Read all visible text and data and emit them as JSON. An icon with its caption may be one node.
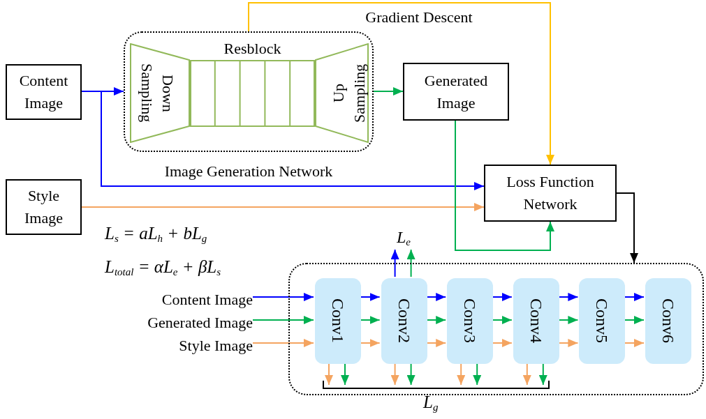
{
  "diagram": {
    "nodes": [
      {
        "text": [
          "Content Image"
        ]
      },
      {
        "text": [
          "Image Generation Network"
        ]
      },
      {
        "text": [
          "Down Sampling"
        ],
        "in": 1
      },
      {
        "text": [
          "Resblock"
        ],
        "in": 1
      },
      {
        "text": [
          "Up Sampling"
        ],
        "in": 1
      },
      {
        "text": [
          "Generated Image"
        ]
      },
      {
        "text": [
          "Style Image"
        ]
      },
      {
        "text": [
          "Loss Function Network"
        ]
      },
      {
        "text": [],
        "shape": "box"
      },
      {
        "text": [
          "Conv1"
        ],
        "in": 8
      },
      {
        "text": [
          "Conv2"
        ],
        "in": 8
      },
      {
        "text": [
          "Conv3"
        ],
        "in": 8
      },
      {
        "text": [
          "Conv4"
        ],
        "in": 8
      },
      {
        "text": [
          "Conv5"
        ],
        "in": 8
      },
      {
        "text": [
          "Conv6"
        ],
        "in": 8
      },
      {
        "text": [
          "Content Image"
        ]
      },
      {
        "text": [
          "Generated Image"
        ]
      },
      {
        "text": [
          "Style Image"
        ]
      },
      {
        "text": [
          "L$_{e}$"
        ]
      }
    ],
    "edges": [
      {
        "from": 0,
        "to": 1,
        "arrow": "to",
        "color": "#0000ff"
      },
      {
        "from": 0,
        "to": 7,
        "arrow": "to",
        "color": "#0000ff"
      },
      {
        "from": 1,
        "to": 5,
        "arrow": "to",
        "color": "#00b050"
      },
      {
        "from": 1,
        "to": 7,
        "arrow": "to",
        "label": "Gradient Descent",
        "color": "#ffc000"
      },
      {
        "from": 6,
        "to": 7,
        "arrow": "to",
        "color": "#f4a460"
      },
      {
        "from": 5,
        "to": 7,
        "arrow": "to",
        "color": "#00b050"
      },
      {
        "from": 7,
        "to": 8,
        "arrow": "to",
        "color": "#000000"
      },
      {
        "from": 15,
        "to": 9,
        "arrow": "to",
        "color": "#0000ff"
      },
      {
        "from": 16,
        "to": 9,
        "arrow": "to",
        "color": "#00b050"
      },
      {
        "from": 17,
        "to": 9,
        "arrow": "to",
        "color": "#f4a460"
      },
      {
        "from": 9,
        "to": 10,
        "arrow": "to",
        "color": "#0000ff"
      },
      {
        "from": 9,
        "to": 10,
        "arrow": "to",
        "color": "#00b050"
      },
      {
        "from": 9,
        "to": 10,
        "arrow": "to",
        "color": "#f4a460"
      },
      {
        "from": 10,
        "to": 11,
        "arrow": "to",
        "color": "#0000ff"
      },
      {
        "from": 10,
        "to": 11,
        "arrow": "to",
        "color": "#00b050"
      },
      {
        "from": 10,
        "to": 11,
        "arrow": "to",
        "color": "#f4a460"
      },
      {
        "from": 11,
        "to": 12,
        "arrow": "to",
        "color": "#0000ff"
      },
      {
        "from": 11,
        "to": 12,
        "arrow": "to",
        "color": "#00b050"
      },
      {
        "from": 11,
        "to": 12,
        "arrow": "to",
        "color": "#f4a460"
      },
      {
        "from": 12,
        "to": 13,
        "arrow": "to",
        "color": "#0000ff"
      },
      {
        "from": 12,
        "to": 13,
        "arrow": "to",
        "color": "#00b050"
      },
      {
        "from": 12,
        "to": 13,
        "arrow": "to",
        "color": "#f4a460"
      },
      {
        "from": 13,
        "to": 14,
        "arrow": "to",
        "color": "#0000ff"
      },
      {
        "from": 13,
        "to": 14,
        "arrow": "to",
        "color": "#00b050"
      },
      {
        "from": 13,
        "to": 14,
        "arrow": "to",
        "color": "#f4a460"
      },
      {
        "from": 10,
        "to": 18,
        "arrow": "to",
        "color": "#0000ff"
      },
      {
        "from": 10,
        "to": 18,
        "arrow": "to",
        "color": "#00b050"
      },
      {
        "from": 9,
        "to": null,
        "arrow": "to",
        "color": "#f4a460"
      },
      {
        "from": 9,
        "to": null,
        "arrow": "to",
        "color": "#00b050"
      },
      {
        "from": 10,
        "to": null,
        "arrow": "to",
        "color": "#f4a460"
      },
      {
        "from": 10,
        "to": null,
        "arrow": "to",
        "color": "#00b050"
      },
      {
        "from": 11,
        "to": null,
        "arrow": "to",
        "color": "#f4a460"
      },
      {
        "from": 11,
        "to": null,
        "arrow": "to",
        "color": "#00b050"
      },
      {
        "from": 12,
        "to": null,
        "arrow": "to",
        "color": "#f4a460"
      },
      {
        "from": 12,
        "to": null,
        "arrow": "to",
        "color": "#00b050"
      }
    ],
    "labels": [
      "*L*$_{s}$ = *aL*$_{h}$ + *bL*$_{g}$",
      "*L*$_{total}$ = *αL*$_{e}$ + *βL*$_{s}$",
      "L$_{g}$"
    ]
  }
}
